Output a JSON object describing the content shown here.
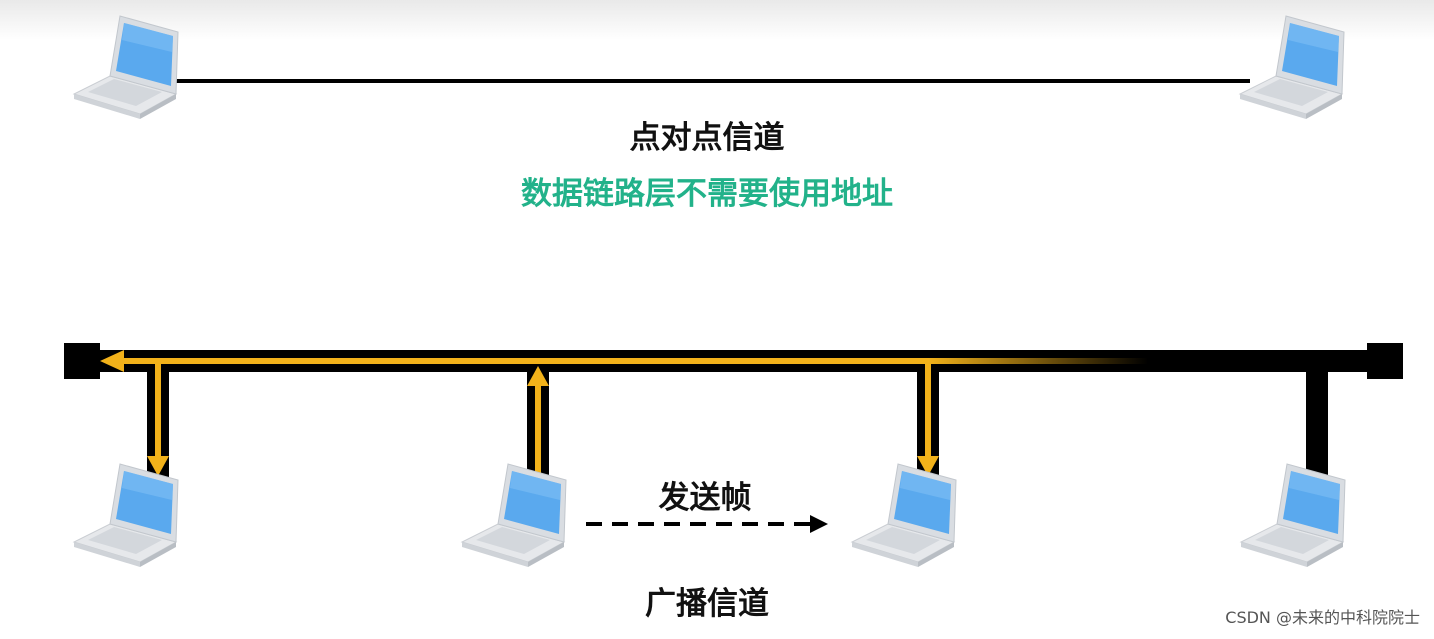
{
  "point_to_point": {
    "title": "点对点信道",
    "subtitle": "数据链路层不需要使用地址"
  },
  "broadcast": {
    "send_label": "发送帧",
    "title": "广播信道"
  },
  "watermark": "CSDN @未来的中科院院士",
  "colors": {
    "bus": "#000000",
    "signal": "#f2b21a",
    "subtitle": "#22b28a",
    "screen": "#5aa9ee",
    "laptop_body": "#e3e6ea"
  },
  "icons": [
    "laptop-icon",
    "arrow-left-icon",
    "arrow-up-icon",
    "arrow-down-icon",
    "dashed-arrow-right-icon"
  ]
}
